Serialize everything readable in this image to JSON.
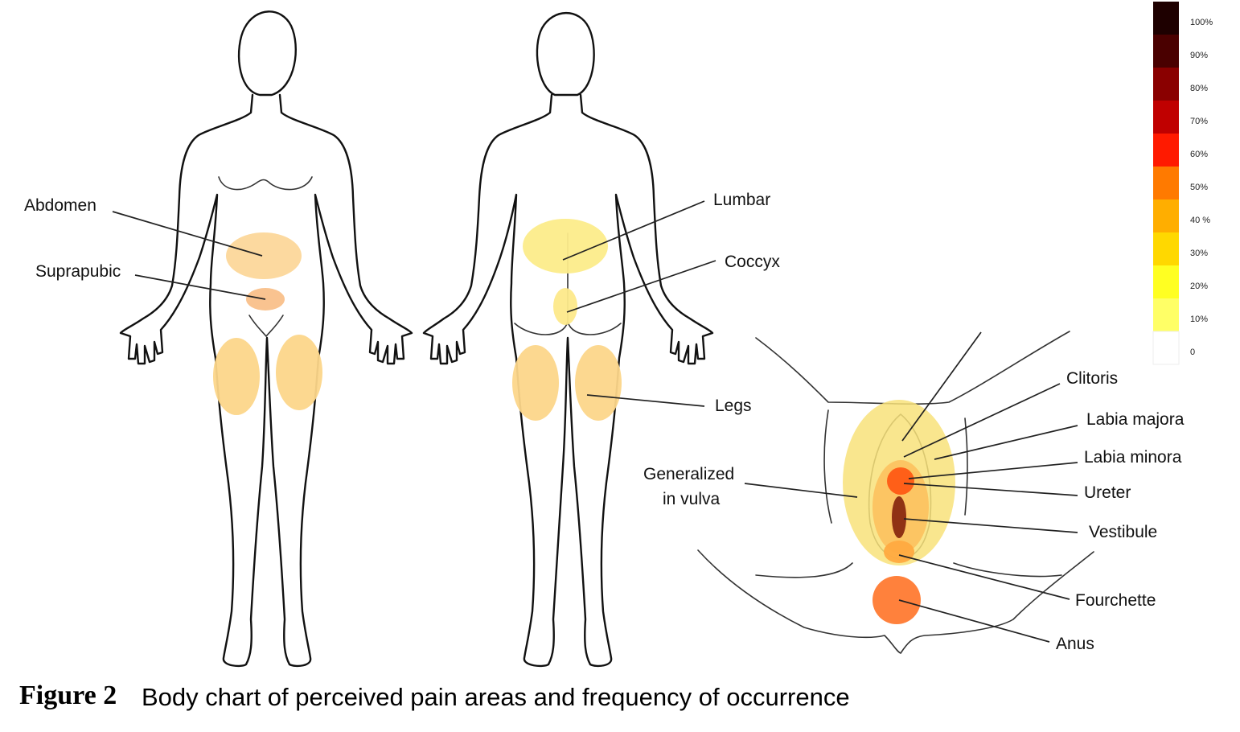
{
  "caption": {
    "figure_label": "Figure 2",
    "text": "Body chart of perceived pain areas and frequency of occurrence"
  },
  "labels": {
    "abdomen": "Abdomen",
    "suprapubic": "Suprapubic",
    "lumbar": "Lumbar",
    "coccyx": "Coccyx",
    "legs": "Legs",
    "generalized_line1": "Generalized",
    "generalized_line2": "in vulva",
    "clitoris": "Clitoris",
    "labia_majora": "Labia majora",
    "labia_minora": "Labia minora",
    "ureter": "Ureter",
    "vestibule": "Vestibule",
    "fourchette": "Fourchette",
    "anus": "Anus"
  },
  "legend": {
    "steps": [
      {
        "label": "100%",
        "color": "#1e0000"
      },
      {
        "label": "90%",
        "color": "#4a0000"
      },
      {
        "label": "80%",
        "color": "#8a0000"
      },
      {
        "label": "70%",
        "color": "#c00000"
      },
      {
        "label": "60%",
        "color": "#ff1a00"
      },
      {
        "label": "50%",
        "color": "#ff7a00"
      },
      {
        "label": "40 %",
        "color": "#ffae00"
      },
      {
        "label": "30%",
        "color": "#ffd800"
      },
      {
        "label": "20%",
        "color": "#ffff22"
      },
      {
        "label": "10%",
        "color": "#ffff66"
      },
      {
        "label": "0",
        "color": "#ffffff"
      }
    ]
  },
  "colors": {
    "abdomen": "#fcd79a",
    "suprapubic": "#f9c08a",
    "legs": "#fcd68a",
    "lumbar": "#fcec8a",
    "coccyx": "#fde98a",
    "vulva_generalized": "#f8e27a",
    "ureter": "#ff5a14",
    "vestibule": "#8a2a10",
    "fourchette": "#ffaa40",
    "anus": "#ff7a32"
  }
}
